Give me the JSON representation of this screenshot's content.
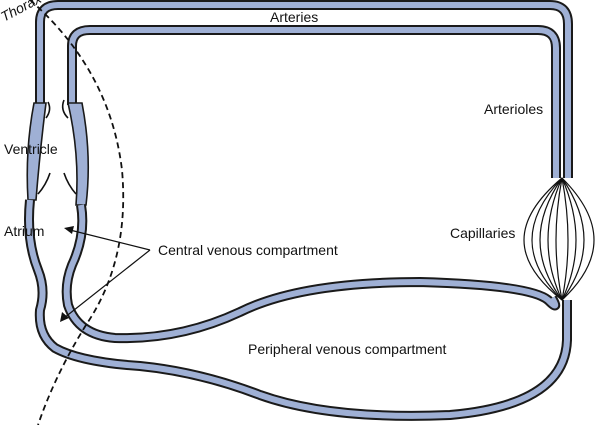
{
  "labels": {
    "thorax": "Thorax",
    "arteries": "Arteries",
    "arterioles": "Arterioles",
    "ventricle": "Ventricle",
    "atrium": "Atrium",
    "capillaries": "Capillaries",
    "central_venous": "Central venous compartment",
    "peripheral_venous": "Peripheral venous compartment"
  },
  "colors": {
    "vessel_fill": "#9fb0d5",
    "vessel_outline": "#1a1a1a",
    "line": "#111111"
  }
}
